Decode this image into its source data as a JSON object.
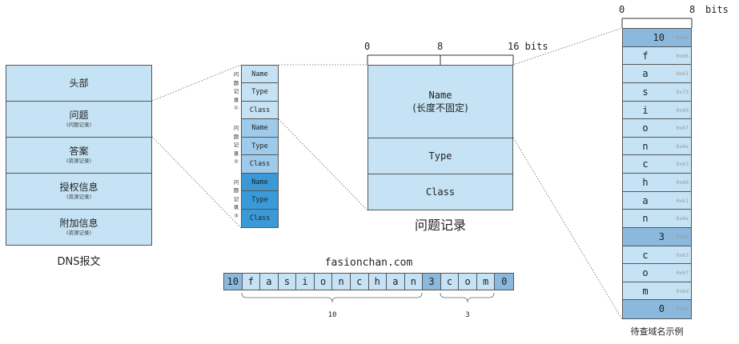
{
  "colors": {
    "cell_fill": "#c5e3f5",
    "length_fill": "#8bb9de",
    "q1_fill": "#c5e3f5",
    "q2_fill": "#9ecbeb",
    "q3_fill": "#3a9ad8",
    "border": "#555555",
    "hex_text": "#999999"
  },
  "dns_message": {
    "caption": "DNS报文",
    "rows": [
      {
        "main": "头部",
        "sub": ""
      },
      {
        "main": "问题",
        "sub": "(问题记录)"
      },
      {
        "main": "答案",
        "sub": "(资源记录)"
      },
      {
        "main": "授权信息",
        "sub": "(资源记录)"
      },
      {
        "main": "附加信息",
        "sub": "(资源记录)"
      }
    ]
  },
  "question_column": {
    "groups": [
      {
        "label_chars": [
          "问",
          "题",
          "记",
          "录",
          "①"
        ],
        "fields": [
          "Name",
          "Type",
          "Class"
        ]
      },
      {
        "label_chars": [
          "问",
          "题",
          "记",
          "录",
          "②"
        ],
        "fields": [
          "Name",
          "Type",
          "Class"
        ]
      },
      {
        "label_chars": [
          "问",
          "题",
          "记",
          "录",
          "③"
        ],
        "fields": [
          "Name",
          "Type",
          "Class"
        ]
      }
    ]
  },
  "question_record": {
    "caption": "问题记录",
    "ruler": {
      "ticks": [
        "0",
        "8",
        "16 bits"
      ]
    },
    "name_label": "Name",
    "name_note": "(长度不固定)",
    "type_label": "Type",
    "class_label": "Class"
  },
  "name_bytes": {
    "caption": "待查域名示例",
    "ruler": {
      "ticks": [
        "0",
        "8",
        "bits"
      ]
    },
    "cells": [
      {
        "char": "10",
        "hex": "0x0a",
        "is_length": true
      },
      {
        "char": "f",
        "hex": "0x66",
        "is_length": false
      },
      {
        "char": "a",
        "hex": "0x61",
        "is_length": false
      },
      {
        "char": "s",
        "hex": "0x73",
        "is_length": false
      },
      {
        "char": "i",
        "hex": "0x69",
        "is_length": false
      },
      {
        "char": "o",
        "hex": "0x6f",
        "is_length": false
      },
      {
        "char": "n",
        "hex": "0x6e",
        "is_length": false
      },
      {
        "char": "c",
        "hex": "0x63",
        "is_length": false
      },
      {
        "char": "h",
        "hex": "0x68",
        "is_length": false
      },
      {
        "char": "a",
        "hex": "0x61",
        "is_length": false
      },
      {
        "char": "n",
        "hex": "0x6e",
        "is_length": false
      },
      {
        "char": "3",
        "hex": "0x03",
        "is_length": true
      },
      {
        "char": "c",
        "hex": "0x63",
        "is_length": false
      },
      {
        "char": "o",
        "hex": "0x6f",
        "is_length": false
      },
      {
        "char": "m",
        "hex": "0x6d",
        "is_length": false
      },
      {
        "char": "0",
        "hex": "0x00",
        "is_length": true
      }
    ]
  },
  "domain_strip": {
    "title": "fasionchan.com",
    "cells": [
      {
        "char": "10",
        "is_length": true
      },
      {
        "char": "f",
        "is_length": false
      },
      {
        "char": "a",
        "is_length": false
      },
      {
        "char": "s",
        "is_length": false
      },
      {
        "char": "i",
        "is_length": false
      },
      {
        "char": "o",
        "is_length": false
      },
      {
        "char": "n",
        "is_length": false
      },
      {
        "char": "c",
        "is_length": false
      },
      {
        "char": "h",
        "is_length": false
      },
      {
        "char": "a",
        "is_length": false
      },
      {
        "char": "n",
        "is_length": false
      },
      {
        "char": "3",
        "is_length": true
      },
      {
        "char": "c",
        "is_length": false
      },
      {
        "char": "o",
        "is_length": false
      },
      {
        "char": "m",
        "is_length": false
      },
      {
        "char": "0",
        "is_length": true
      }
    ],
    "brace_labels": [
      "10",
      "3"
    ]
  }
}
